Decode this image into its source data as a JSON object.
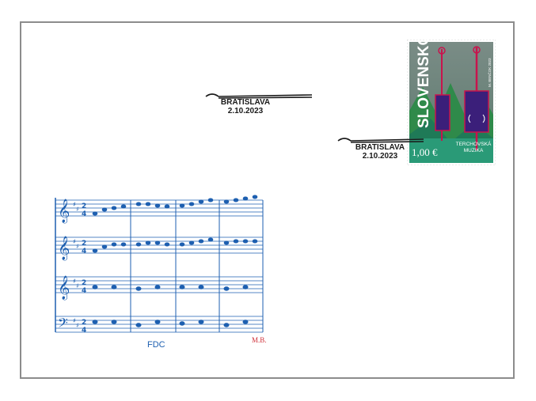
{
  "stamp": {
    "country": "SLOVENSKO",
    "value": "1,00 €",
    "title_line1": "TERCHOVSKÁ",
    "title_line2": "MUZIKA",
    "credit": "M. BENČOK 2023"
  },
  "postmarks": [
    {
      "city": "BRATISLAVA",
      "date": "2.10.2023"
    },
    {
      "city": "BRATISLAVA",
      "date": "2.10.2023"
    }
  ],
  "cachet": {
    "label": "FDC",
    "signature": "M.B.",
    "time_signature": "2/4",
    "color": "#1d5fb0"
  }
}
